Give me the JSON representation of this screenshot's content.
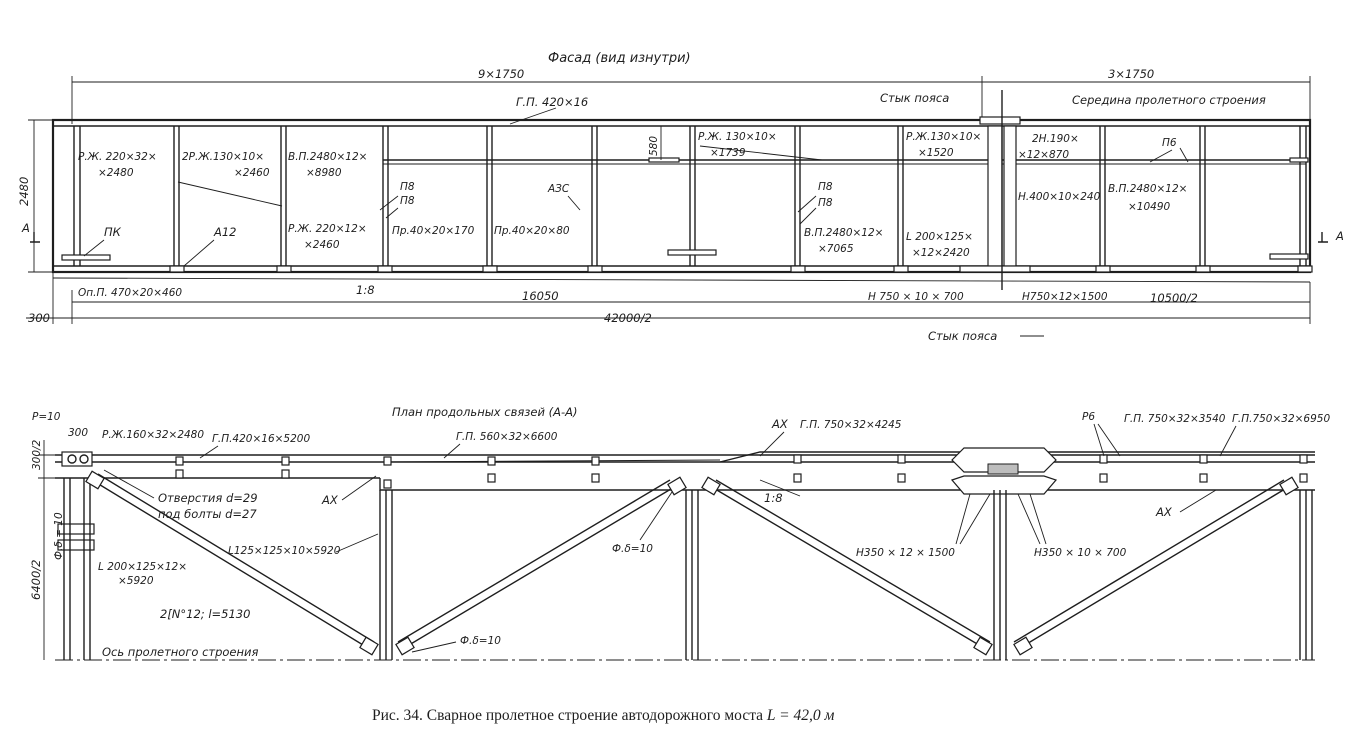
{
  "facade": {
    "title": "Фасад (вид изнутри)",
    "dims": {
      "panels_left": "9×1750",
      "panels_right": "3×1750",
      "height": "2480",
      "dim_580": "580",
      "dim_300": "300",
      "dim_16050": "16050",
      "dim_half_span": "42000/2",
      "dim_10500": "10500/2",
      "slope": "1:8"
    },
    "labels": {
      "top_flange": "Г.П. 420×16",
      "belt_joint_top": "Стык пояса",
      "mid_span": "Середина пролетного строения",
      "stiffener_220_l1": "Р.Ж. 220×32×",
      "stiffener_220_l2": "×2480",
      "stiffener_130_l1": "2Р.Ж.130×10×",
      "stiffener_130_l2": "×2460",
      "web_8980_l1": "В.П.2480×12×",
      "web_8980_l2": "×8980",
      "rib_1739_l1": "Р.Ж. 130×10×",
      "rib_1739_l2": "×1739",
      "rib_1520_l1": "Р.Ж.130×10×",
      "rib_1520_l2": "×1520",
      "n190_l1": "2Н.190×",
      "n190_l2": "×12×870",
      "p6": "П6",
      "web_10490_l1": "В.П.2480×12×",
      "web_10490_l2": "×10490",
      "p8_a": "П8",
      "p8_b": "П8",
      "p8_c": "П8",
      "p8_d": "П8",
      "azs": "АЗС",
      "n400": "Н.400×10×240",
      "section_a_left": "А",
      "section_a_right": "А",
      "pk": "ПК",
      "a12": "А12",
      "stiffener_2460_l1": "Р.Ж. 220×12×",
      "stiffener_2460_l2": "×2460",
      "pr170": "Пр.40×20×170",
      "pr80": "Пр.40×20×80",
      "web_7065_l1": "В.П.2480×12×",
      "web_7065_l2": "×7065",
      "angle_2420_l1": "L 200×125×",
      "angle_2420_l2": "×12×2420",
      "bearing_plate": "Оп.П. 470×20×460",
      "n750_10": "Н 750 × 10 × 700",
      "n750_12": "Н750×12×1500",
      "belt_joint_bottom": "Стык пояса"
    }
  },
  "plan": {
    "title": "План продольных связей (А-А)",
    "labels": {
      "p10": "Р=10",
      "d300": "300",
      "d300_2": "300/2",
      "d6400_2": "6400/2",
      "rib_160": "Р.Ж.160×32×2480",
      "gp420": "Г.П.420×16×5200",
      "gp560": "Г.П. 560×32×6600",
      "ax_top": "АХ",
      "gp750_4245": "Г.П. 750×32×4245",
      "p6": "Р6",
      "gp750_3540": "Г.П. 750×32×3540",
      "gp750_6950": "Г.П.750×32×6950",
      "holes_l1": "Отверстия d=29",
      "holes_l2": "под болты d=27",
      "ax_left": "АХ",
      "ax_right": "АХ",
      "fd10_left": "Ф.δ = 10",
      "angle_125": "L125×125×10×5920",
      "fd10_mid": "Ф.δ=10",
      "slope": "1:8",
      "n350_12": "Н350 × 12 × 1500",
      "n350_10": "Н350 × 10 × 700",
      "angle_200_l1": "L 200×125×12×",
      "angle_200_l2": "×5920",
      "channel": "2[N°12; l=5130",
      "fd10_bottom": "Ф.δ=10",
      "axis": "Ось пролетного строения"
    }
  },
  "caption_prefix": "Рис. 34. Сварное пролетное строение автодорожного моста ",
  "caption_formula": "L = 42,0 м"
}
